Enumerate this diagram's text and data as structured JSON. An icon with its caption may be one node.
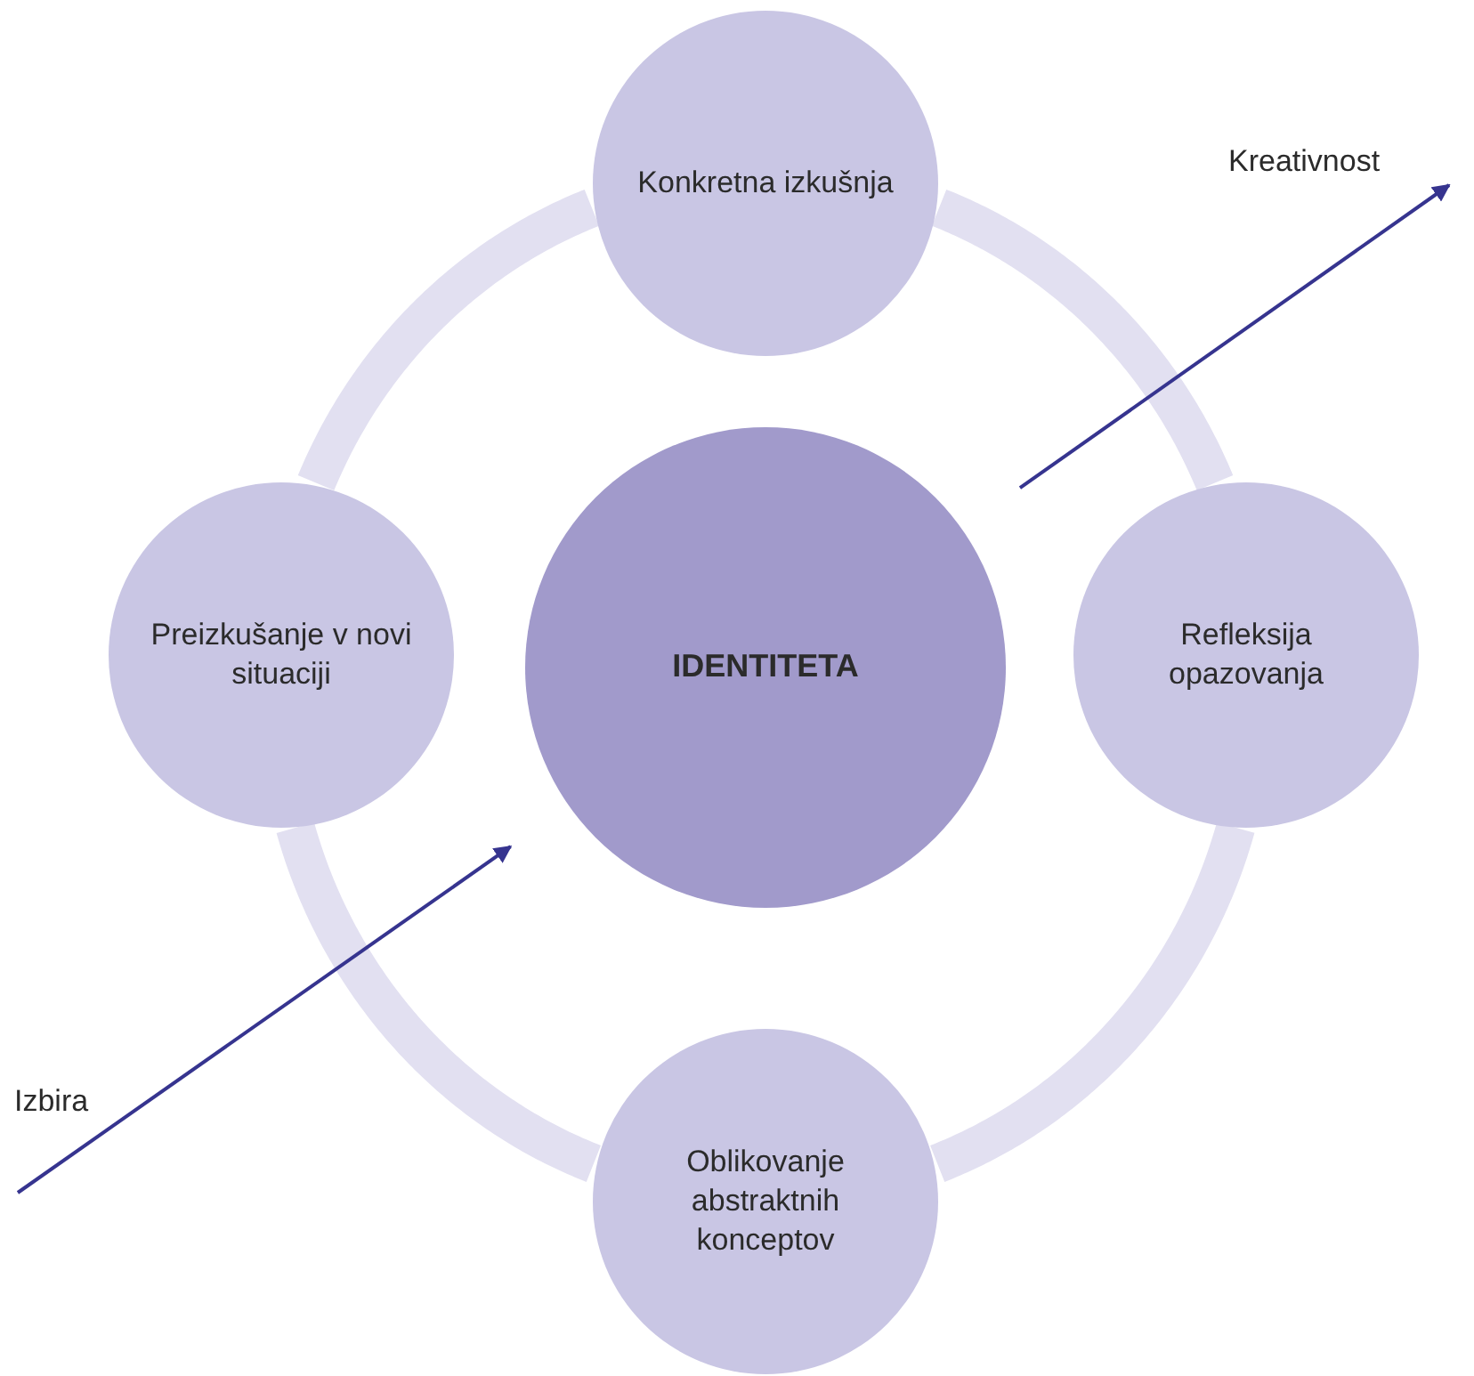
{
  "diagram": {
    "nodes": [
      {
        "text": [
          "Konkretna izkušnja"
        ]
      },
      {
        "text": [
          "Refleksija opazovanja"
        ]
      },
      {
        "text": [
          "Oblikovanje abstraktnih konceptov"
        ]
      },
      {
        "text": [
          "Preizkušanje v novi situaciji"
        ]
      },
      {
        "text": [
          "IDENTITETA"
        ]
      },
      {
        "text": [
          "Kreativnost"
        ]
      },
      {
        "text": [
          "Izbira"
        ]
      }
    ],
    "edges": [
      {
        "from": 0,
        "to": 1,
        "arrow": "none"
      },
      {
        "from": 1,
        "to": 2,
        "arrow": "none"
      },
      {
        "from": 2,
        "to": 3,
        "arrow": "none"
      },
      {
        "from": 3,
        "to": 0,
        "arrow": "none"
      },
      {
        "from": 4,
        "to": 5,
        "arrow": "to",
        "color": "#36348f"
      },
      {
        "from": 6,
        "to": 4,
        "arrow": "to",
        "color": "#36348f"
      }
    ]
  }
}
